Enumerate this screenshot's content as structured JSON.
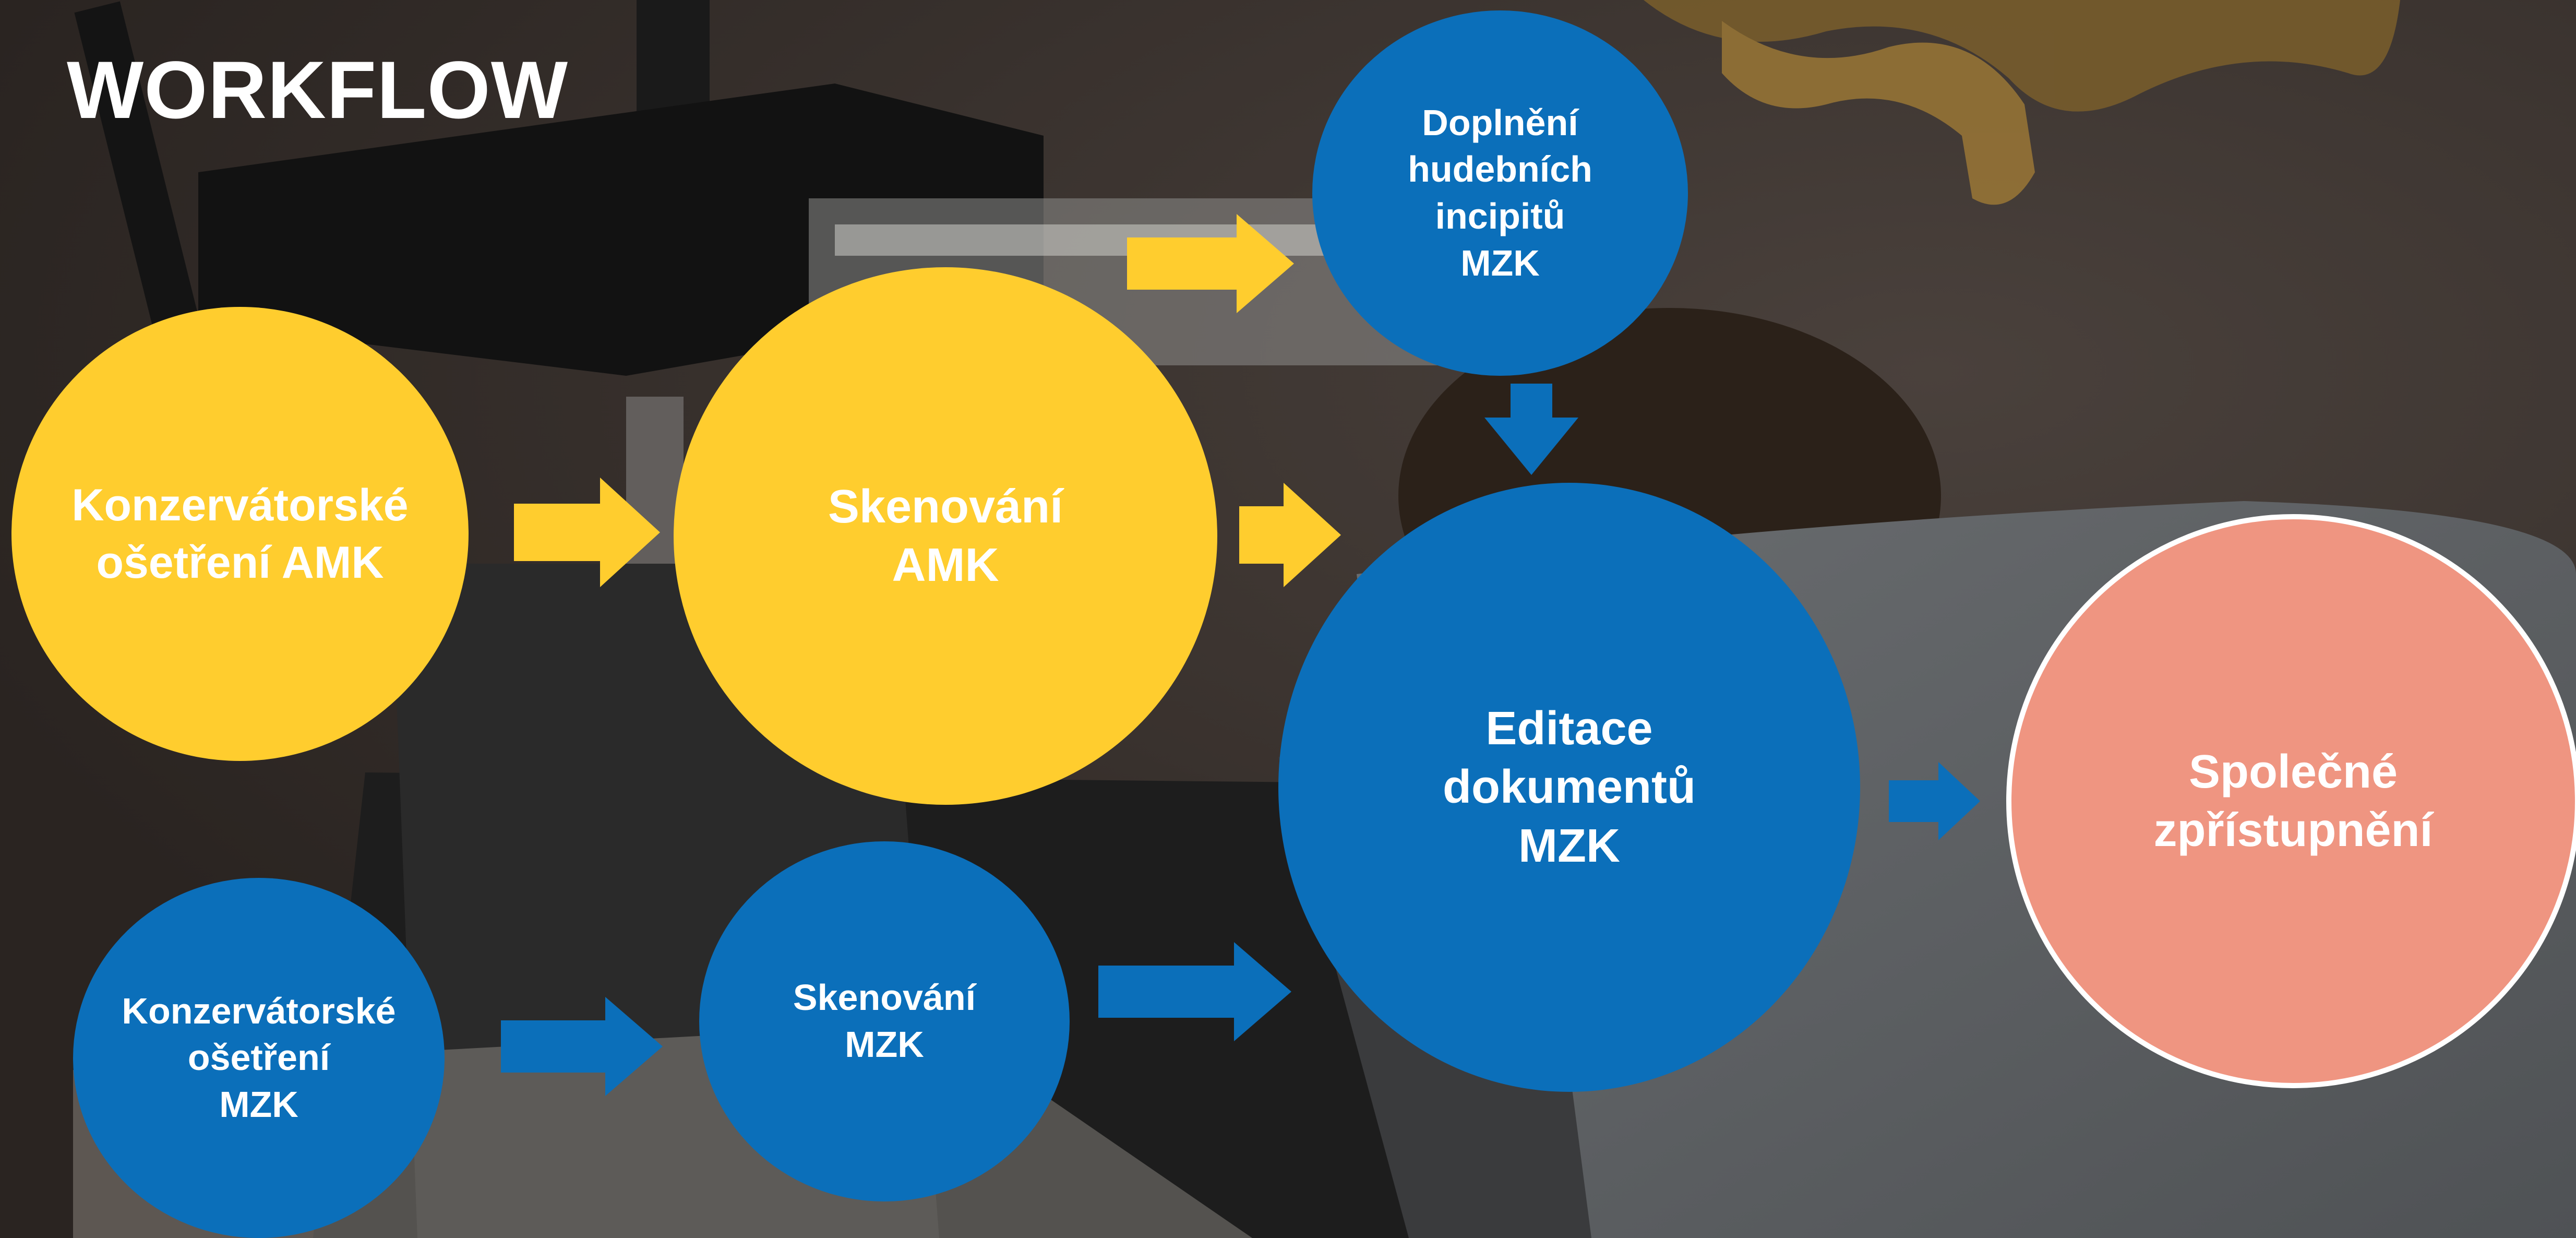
{
  "title": "WORKFLOW",
  "colors": {
    "yellow": "#ffcd2e",
    "blue": "#0b6fba",
    "salmon": "#ef9581",
    "text": "#ffffff"
  },
  "nodes": {
    "konzervace_amk": "Konzervátorské\nošetření AMK",
    "skenovani_amk": "Skenování\nAMK",
    "doplneni_incipitu": "Doplnění\nhudebních\nincipitů\nMZK",
    "editace_dokumentu": "Editace\ndokumentů\nMZK",
    "spolecne_zpristupneni": "Společné\nzpřístupnění",
    "konzervace_mzk": "Konzervátorské\nošetření\nMZK",
    "skenovani_mzk": "Skenování\nMZK"
  }
}
